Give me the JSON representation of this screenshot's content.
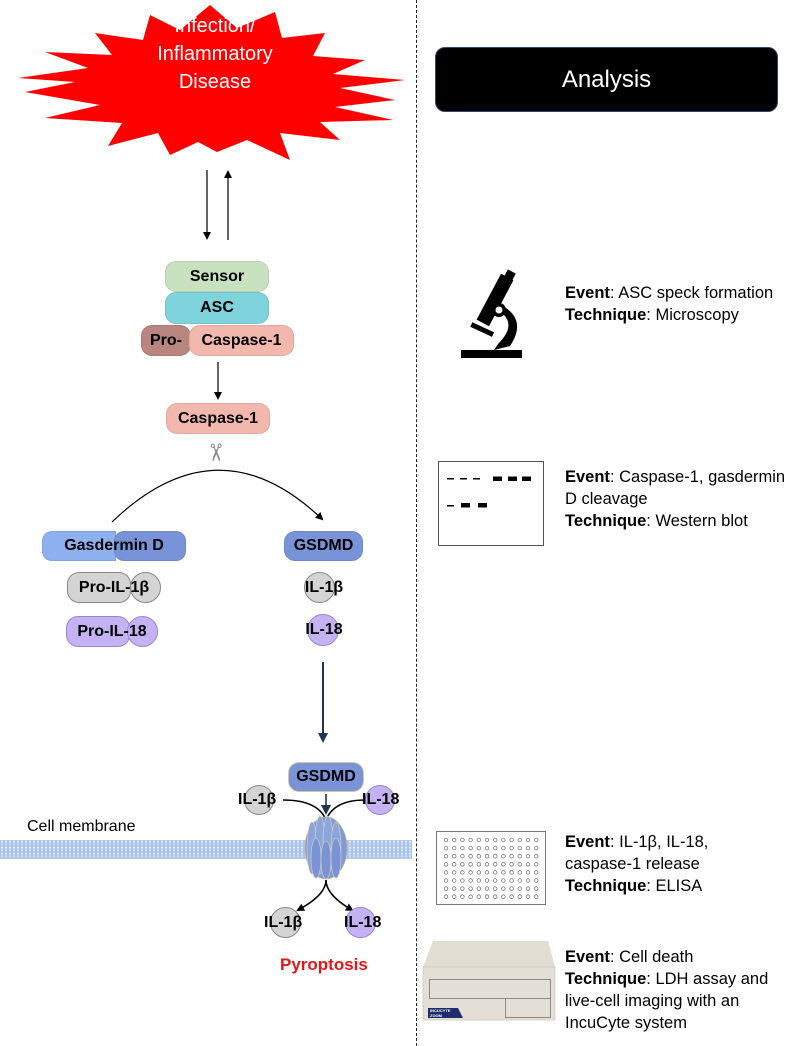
{
  "title_burst": {
    "lines": [
      "Infection/",
      "Inflammatory",
      "Disease"
    ],
    "color": "#ff0000"
  },
  "inflammasome": {
    "sensor": "Sensor",
    "asc": "ASC",
    "pro": "Pro-",
    "caspase": "Caspase-1",
    "active_caspase": "Caspase-1"
  },
  "substrates": {
    "gasdermin_full": "Gasdermin D",
    "gsdmd": "GSDMD",
    "pro_il1b": "Pro-IL-1β",
    "il1b": "IL-1β",
    "pro_il18": "Pro-IL-18",
    "il18": "IL-18"
  },
  "membrane": {
    "label": "Cell membrane",
    "gsdmd": "GSDMD",
    "il1b_in": "IL-1β",
    "il18_in": "IL-18",
    "il1b_out": "IL-1β",
    "il18_out": "IL-18",
    "outcome": "Pyroptosis",
    "outcome_color": "#e8141b"
  },
  "colors": {
    "sensor": "#c8e2c0",
    "asc": "#7fd3dc",
    "pro": "#b9857f",
    "caspase": "#f2b8ae",
    "gasdermin_left": "#8eb0ef",
    "gasdermin_right": "#7893d8",
    "il1b": "#d4d4d4",
    "il18": "#c5b2f2",
    "membrane": "#a9c3ec",
    "pore": "#7e9ad8",
    "arrow_dark": "#1f3553"
  },
  "analysis": {
    "header": "Analysis",
    "items": [
      {
        "icon": "microscope-icon",
        "event_label": "Event",
        "event": ": ASC speck formation",
        "technique_label": "Technique",
        "technique": ": Microscopy"
      },
      {
        "icon": "western-blot-icon",
        "event_label": "Event",
        "event": ": Caspase-1, gasdermin D cleavage",
        "technique_label": "Technique",
        "technique": ": Western blot"
      },
      {
        "icon": "elisa-plate-icon",
        "event_label": "Event",
        "event": ": IL-1β, IL-18, caspase-1 release",
        "technique_label": "Technique",
        "technique": ": ELISA"
      },
      {
        "icon": "incucyte-instrument-icon",
        "event_label": "Event",
        "event": ": Cell death",
        "technique_label": "Technique",
        "technique": ": LDH assay and live-cell imaging with an IncuCyte system",
        "device_label": [
          "INCUCYTE",
          "ZOOM"
        ]
      }
    ]
  }
}
